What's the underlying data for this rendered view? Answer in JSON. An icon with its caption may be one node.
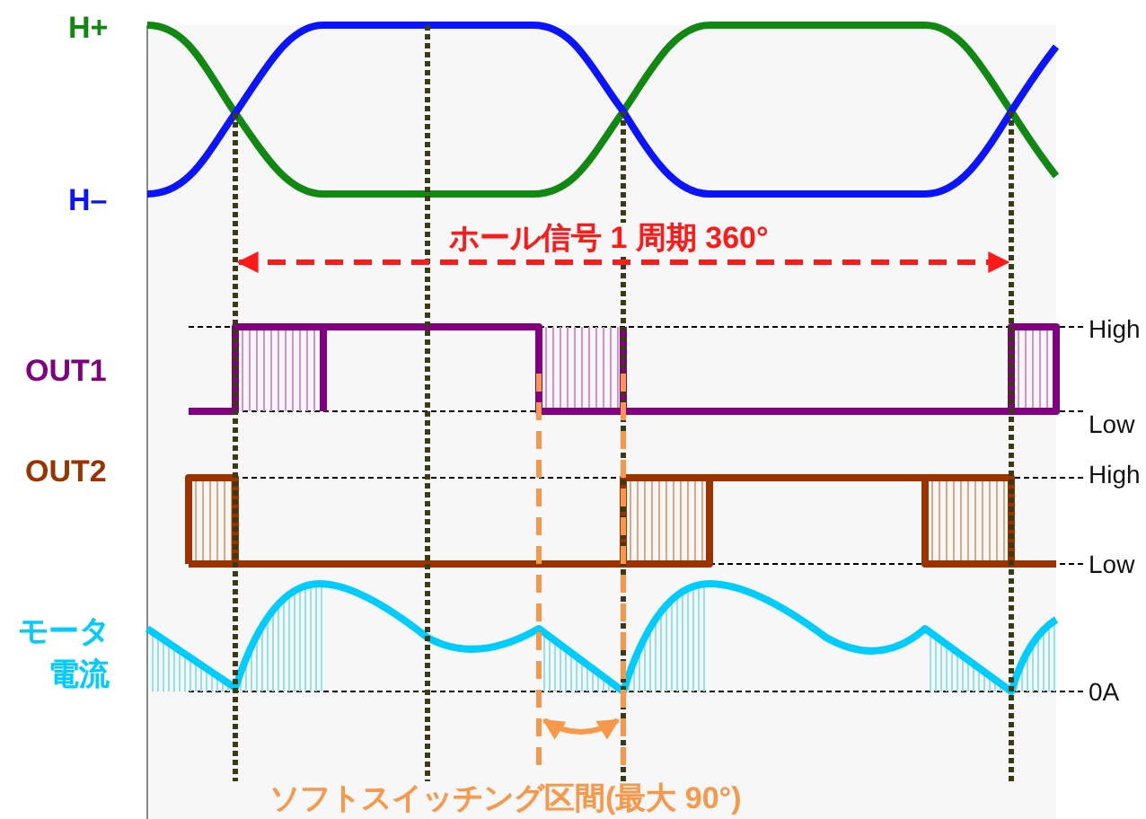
{
  "diagram": {
    "labels": [
      "H+",
      "H–",
      "ホール信号 1 周期 360°",
      "OUT1",
      "High",
      "Low",
      "OUT2",
      "High",
      "Low",
      "モータ電流",
      "0A",
      "ソフトスイッチング区間(最大 90°)"
    ]
  }
}
